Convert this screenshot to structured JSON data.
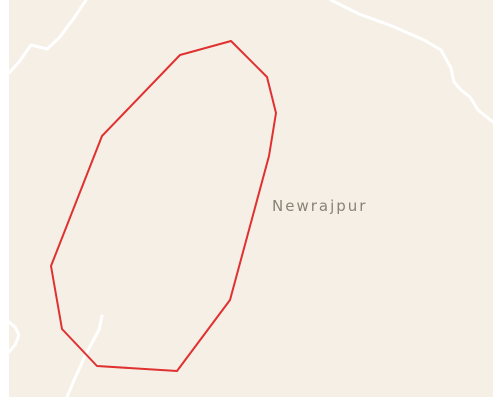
{
  "map": {
    "place_label": "Newrajpur",
    "colors": {
      "land": "#f5efe6",
      "road": "#ffffff",
      "boundary": "#e03131",
      "label": "#8a8374"
    },
    "features": [
      {
        "type": "boundary-polygon",
        "name": "highlighted-area"
      },
      {
        "type": "road",
        "name": "road"
      }
    ]
  }
}
